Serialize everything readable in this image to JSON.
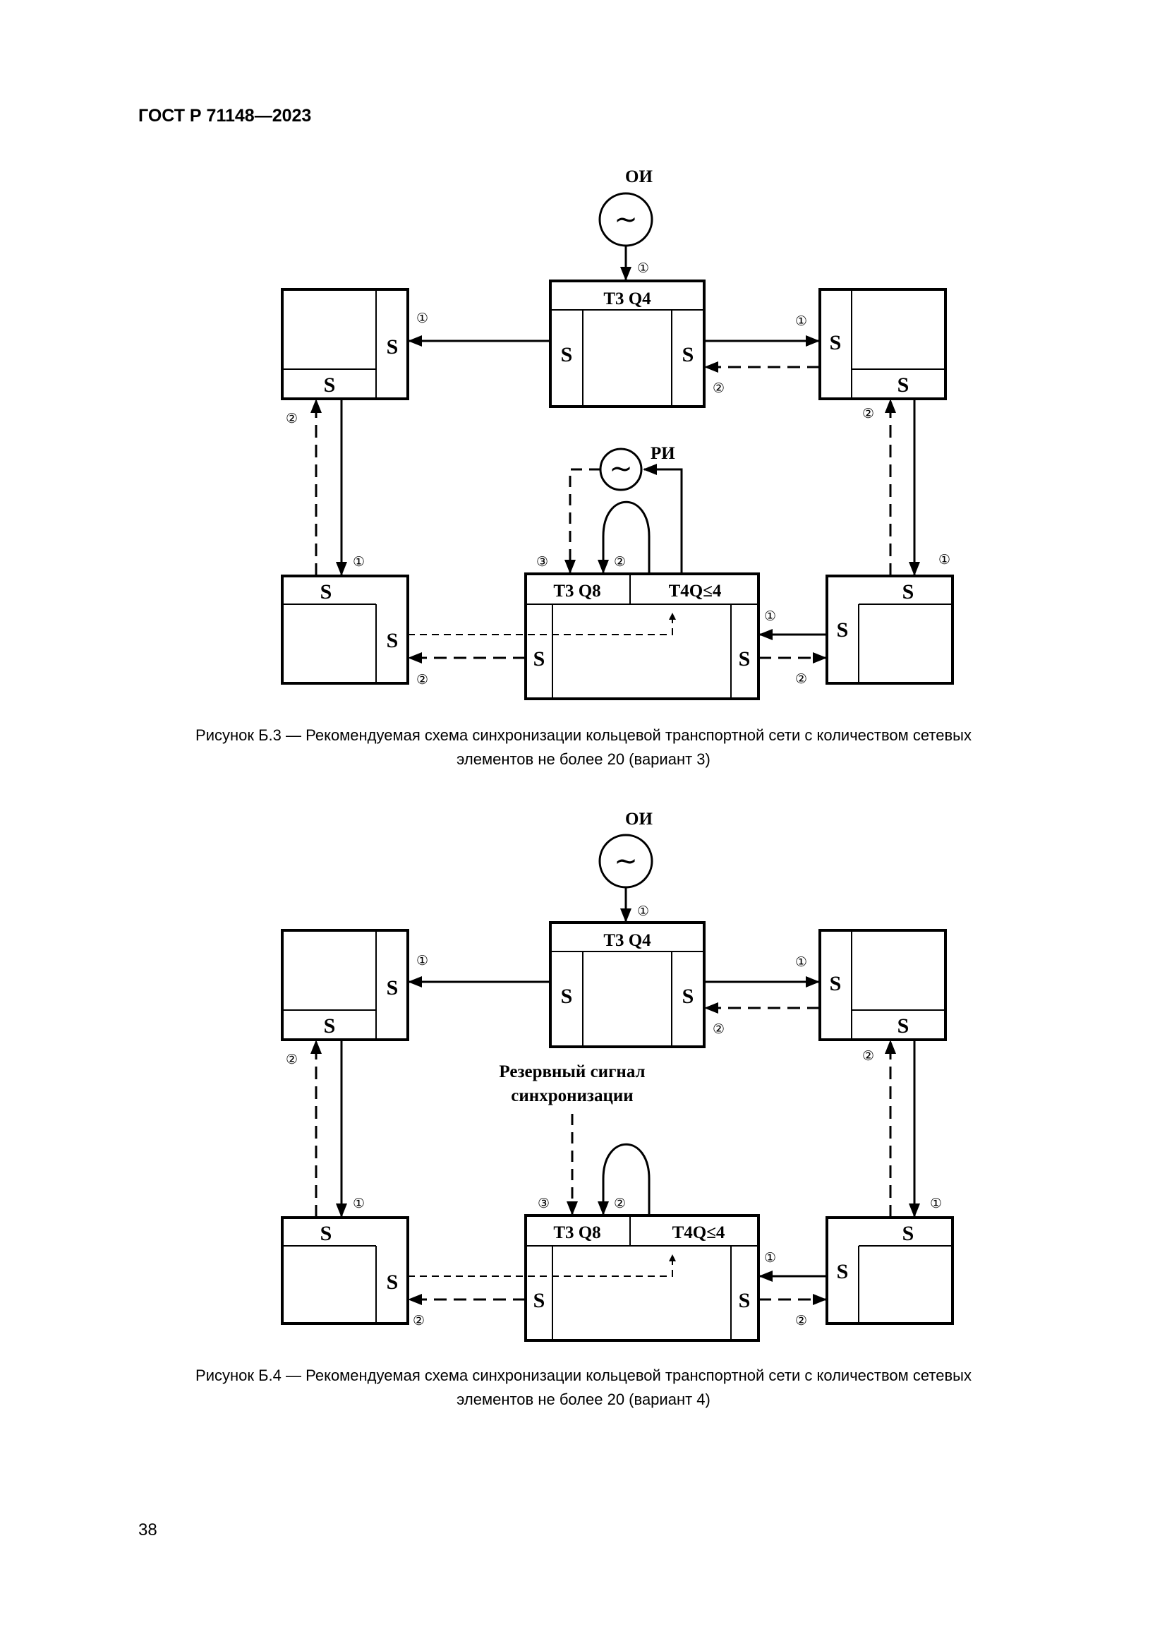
{
  "header": "ГОСТ Р 71148—2023",
  "page_number": "38",
  "symbols": {
    "sync": "S",
    "oscillator": "~",
    "c1": "①",
    "c2": "②",
    "c3": "③"
  },
  "figure3": {
    "source_label": "ОИ",
    "top_node_title": "T3 Q4",
    "bottom_node_title_left": "T3 Q8",
    "bottom_node_title_right": "T4Q≤4",
    "reserve_source_label": "РИ",
    "caption_line1": "Рисунок Б.3 — Рекомендуемая схема синхронизации кольцевой транспортной сети с количеством сетевых",
    "caption_line2": "элементов не более 20 (вариант 3)"
  },
  "figure4": {
    "source_label": "ОИ",
    "top_node_title": "T3 Q4",
    "bottom_node_title_left": "T3 Q8",
    "bottom_node_title_right": "T4Q≤4",
    "reserve_line1": "Резервный сигнал",
    "reserve_line2": "синхронизации",
    "caption_line1": "Рисунок Б.4 — Рекомендуемая схема синхронизации кольцевой транспортной сети с количеством сетевых",
    "caption_line2": "элементов не более 20 (вариант 4)"
  }
}
